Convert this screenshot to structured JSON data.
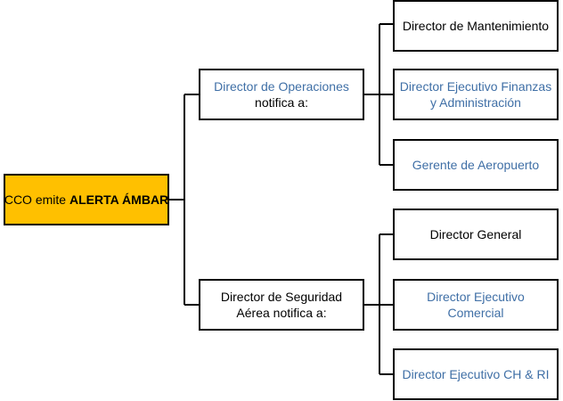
{
  "root": {
    "prefix": "CCO emite ",
    "highlight": "ALERTA ÁMBAR",
    "fill_color": "#ffc000"
  },
  "branches": [
    {
      "line1": "Director de Operaciones",
      "line2": "notifica a:",
      "children": [
        {
          "label": "Director de Mantenimiento"
        },
        {
          "line1": "Director Ejecutivo Finanzas",
          "line2": "y Administración"
        },
        {
          "label": "Gerente de Aeropuerto"
        }
      ]
    },
    {
      "line1": "Director de Seguridad",
      "line2": "Aérea notifica a:",
      "children": [
        {
          "label": "Director General"
        },
        {
          "line1": "Director Ejecutivo",
          "line2": "Comercial"
        },
        {
          "label": "Director Ejecutivo CH & RI"
        }
      ]
    }
  ],
  "colors": {
    "blue_text": "#3f6fa6",
    "border": "#000000"
  }
}
